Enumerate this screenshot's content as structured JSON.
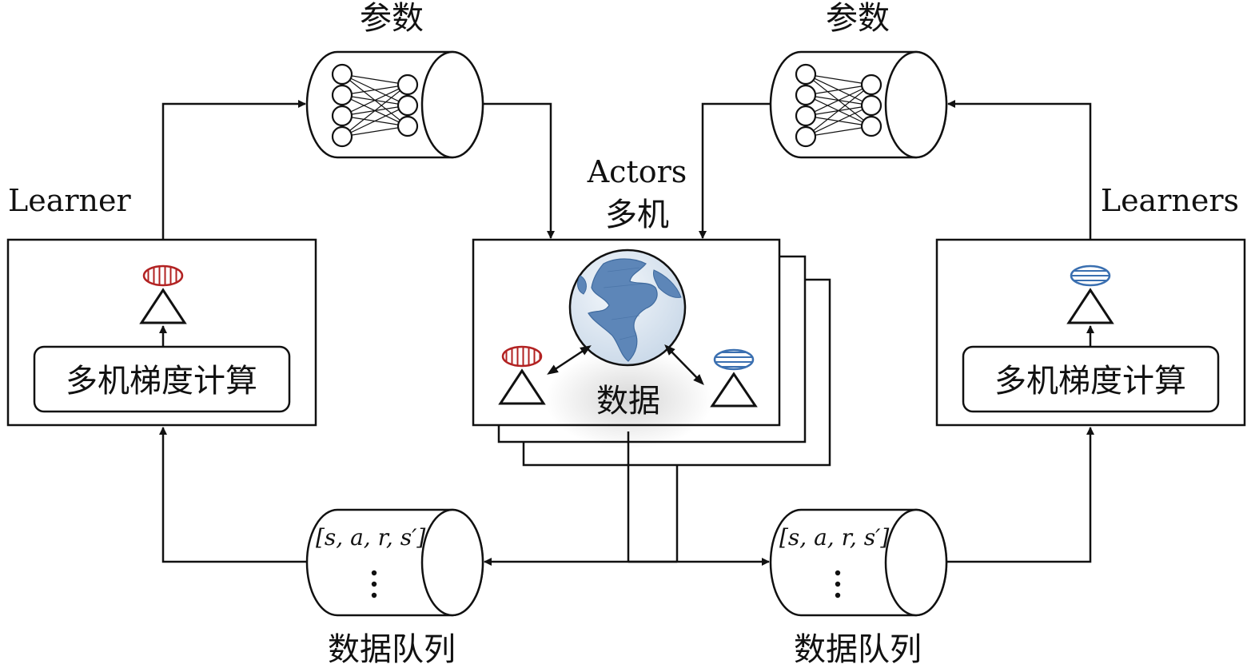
{
  "diagram": {
    "params_left_label": "参数",
    "params_right_label": "参数",
    "learner_left_label": "Learner",
    "learner_right_label": "Learners",
    "actors_label_line1": "Actors",
    "actors_label_line2": "多机",
    "grad_left_label": "多机梯度计算",
    "grad_right_label": "多机梯度计算",
    "actor_data_label": "数据",
    "queue_left_label": "数据队列",
    "queue_right_label": "数据队列",
    "queue_left_tuple": "[s, a, r, s′]",
    "queue_right_tuple": "[s, a, r, s′]",
    "icons": {
      "neural_net": "neural-network-icon",
      "globe": "globe-icon",
      "policy_red": "red-policy-icon",
      "policy_blue": "blue-policy-icon",
      "ellipsis": "vertical-ellipsis-icon"
    },
    "colors": {
      "red_policy": "#b22222",
      "blue_policy": "#3a6fb0",
      "globe_sea": "#dfe8f2",
      "globe_land": "#5d86b8"
    }
  }
}
